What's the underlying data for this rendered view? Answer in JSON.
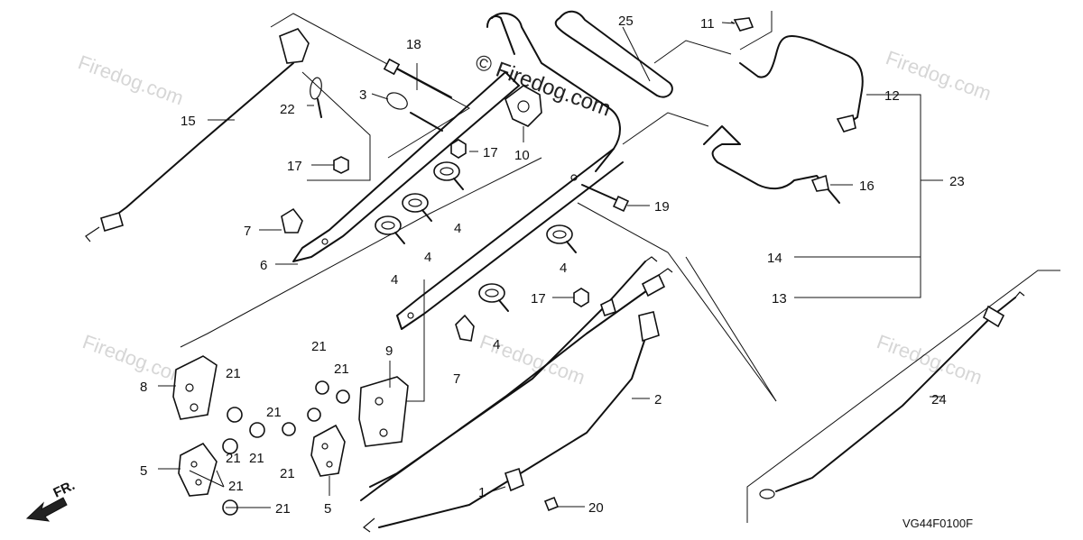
{
  "diagram_code": "VG44F0100F",
  "direction_label": "FR.",
  "watermark": "Firedog.com",
  "copyright_watermark": "© Firedog.com",
  "callouts": [
    {
      "id": "c1",
      "label": "1"
    },
    {
      "id": "c2",
      "label": "2"
    },
    {
      "id": "c3",
      "label": "3"
    },
    {
      "id": "c4a",
      "label": "4"
    },
    {
      "id": "c4b",
      "label": "4"
    },
    {
      "id": "c4c",
      "label": "4"
    },
    {
      "id": "c4d",
      "label": "4"
    },
    {
      "id": "c4e",
      "label": "4"
    },
    {
      "id": "c4f",
      "label": "4"
    },
    {
      "id": "c4g",
      "label": "4"
    },
    {
      "id": "c5a",
      "label": "5"
    },
    {
      "id": "c5b",
      "label": "5"
    },
    {
      "id": "c6",
      "label": "6"
    },
    {
      "id": "c7a",
      "label": "7"
    },
    {
      "id": "c7b",
      "label": "7"
    },
    {
      "id": "c8",
      "label": "8"
    },
    {
      "id": "c9",
      "label": "9"
    },
    {
      "id": "c10",
      "label": "10"
    },
    {
      "id": "c11",
      "label": "11"
    },
    {
      "id": "c12",
      "label": "12"
    },
    {
      "id": "c13",
      "label": "13"
    },
    {
      "id": "c14",
      "label": "14"
    },
    {
      "id": "c15",
      "label": "15"
    },
    {
      "id": "c16",
      "label": "16"
    },
    {
      "id": "c17a",
      "label": "17"
    },
    {
      "id": "c17b",
      "label": "17"
    },
    {
      "id": "c17c",
      "label": "17"
    },
    {
      "id": "c18",
      "label": "18"
    },
    {
      "id": "c19",
      "label": "19"
    },
    {
      "id": "c20",
      "label": "20"
    },
    {
      "id": "c21a",
      "label": "21"
    },
    {
      "id": "c21b",
      "label": "21"
    },
    {
      "id": "c21c",
      "label": "21"
    },
    {
      "id": "c21d",
      "label": "21"
    },
    {
      "id": "c21e",
      "label": "21"
    },
    {
      "id": "c21f",
      "label": "21"
    },
    {
      "id": "c21g",
      "label": "21"
    },
    {
      "id": "c21h",
      "label": "21"
    },
    {
      "id": "c22",
      "label": "22"
    },
    {
      "id": "c23",
      "label": "23"
    },
    {
      "id": "c24",
      "label": "24"
    },
    {
      "id": "c25",
      "label": "25"
    }
  ]
}
